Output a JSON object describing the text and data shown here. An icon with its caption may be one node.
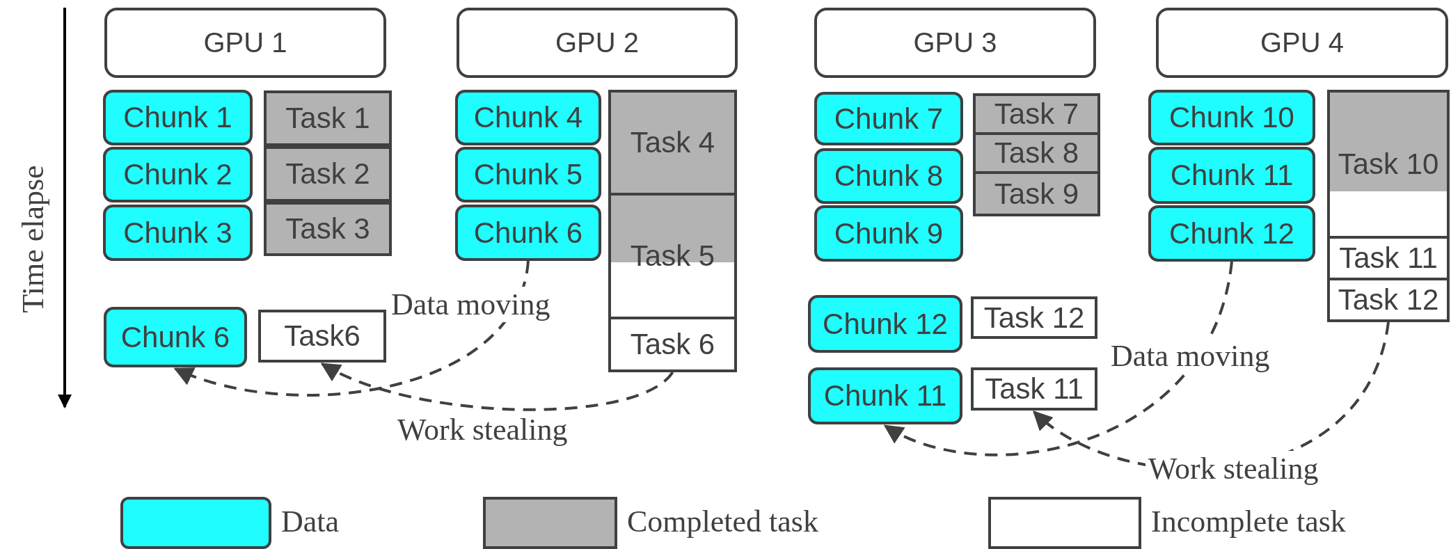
{
  "diagram": {
    "nodes": [
      {
        "text": [
          "GPU 1"
        ]
      },
      {
        "text": [
          "GPU 2"
        ]
      },
      {
        "text": [
          "GPU 3"
        ]
      },
      {
        "text": [
          "GPU 4"
        ]
      },
      {
        "text": [
          "Chunk 1"
        ]
      },
      {
        "text": [
          "Task 1"
        ]
      },
      {
        "text": [
          "Chunk 2"
        ]
      },
      {
        "text": [
          "Task 2"
        ]
      },
      {
        "text": [
          "Chunk 3"
        ]
      },
      {
        "text": [
          "Task 3"
        ]
      },
      {
        "text": [
          "Chunk 6"
        ]
      },
      {
        "text": [
          "Task6"
        ]
      },
      {
        "text": [
          "Chunk 4"
        ]
      },
      {
        "text": [
          "Task 4"
        ]
      },
      {
        "text": [
          "Chunk 5"
        ]
      },
      {
        "text": [
          "Task 5"
        ]
      },
      {
        "text": [
          "Chunk 6"
        ]
      },
      {
        "text": [
          "Task 6"
        ]
      },
      {
        "text": [
          "Chunk 7"
        ]
      },
      {
        "text": [
          "Task 7"
        ]
      },
      {
        "text": [
          "Task 8"
        ]
      },
      {
        "text": [
          "Chunk 8"
        ]
      },
      {
        "text": [
          "Task 9"
        ]
      },
      {
        "text": [
          "Chunk 9"
        ]
      },
      {
        "text": [
          "Chunk 12"
        ]
      },
      {
        "text": [
          "Task 12"
        ]
      },
      {
        "text": [
          "Chunk 11"
        ]
      },
      {
        "text": [
          "Task 11"
        ]
      },
      {
        "text": [
          "Chunk 10"
        ]
      },
      {
        "text": [
          "Task 10"
        ]
      },
      {
        "text": [
          "Chunk 11"
        ]
      },
      {
        "text": [
          "Chunk 12"
        ]
      },
      {
        "text": [
          "Task 11"
        ]
      },
      {
        "text": [
          "Task 12"
        ]
      }
    ],
    "edges": [
      {
        "from": 16,
        "to": 10,
        "arrow": "to",
        "label": "Data moving",
        "style": "dashed"
      },
      {
        "from": 17,
        "to": 11,
        "arrow": "to",
        "label": "Work stealing",
        "style": "dashed"
      },
      {
        "from": 31,
        "to": 26,
        "arrow": "to",
        "label": "Data moving",
        "style": "dashed"
      },
      {
        "from": 33,
        "to": 27,
        "arrow": "to",
        "label": "Work stealing",
        "style": "dashed"
      }
    ],
    "labels": [
      "Time elapse"
    ],
    "legend": [
      {
        "text": "Data",
        "color": "#1ffdff"
      },
      {
        "text": "Completed task",
        "color": "#b3b3b3"
      },
      {
        "text": "Incomplete task",
        "color": "#ffffff"
      }
    ]
  }
}
